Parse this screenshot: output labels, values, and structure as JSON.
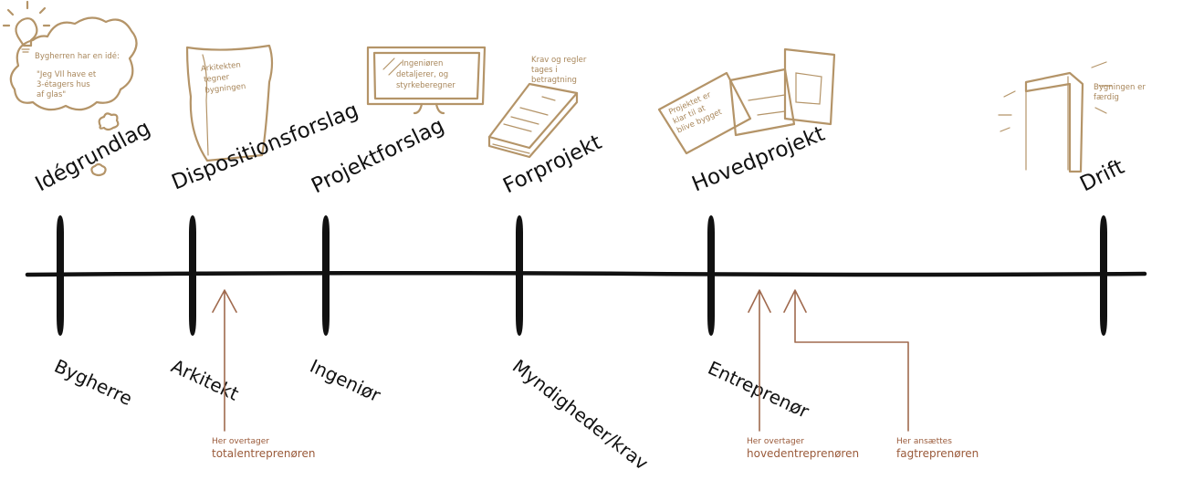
{
  "colors": {
    "ink": "#111111",
    "sketch": "#b49468",
    "annotation": "#9a5a3a"
  },
  "phases": [
    {
      "label": "Idégrundlag"
    },
    {
      "label": "Dispositionsforslag"
    },
    {
      "label": "Projektforslag"
    },
    {
      "label": "Forprojekt"
    },
    {
      "label": "Hovedprojekt"
    },
    {
      "label": "Drift"
    }
  ],
  "actors": [
    {
      "label": "Bygherre"
    },
    {
      "label": "Arkitekt"
    },
    {
      "label": "Ingeniør"
    },
    {
      "label": "Myndigheder/krav"
    },
    {
      "label": "Entreprenør"
    }
  ],
  "notes": {
    "idea_intro": "Bygherren har en idé:",
    "idea_quote": [
      "\"Jeg VIl have et",
      "3-étagers hus",
      "af glas\""
    ],
    "architect": [
      "Arkitekten",
      "tegner",
      "bygningen"
    ],
    "engineer": [
      "Ingeniøren",
      "detaljerer, og",
      "styrkeberegner"
    ],
    "rules": [
      "Krav og regler",
      "tages i",
      "betragtning"
    ],
    "ready": [
      "Projektet er",
      "klar til at",
      "blive bygget"
    ],
    "done": [
      "Bygningen er",
      "færdig"
    ]
  },
  "annotations": [
    {
      "small": "Her overtager",
      "large": "totalentreprenøren"
    },
    {
      "small": "Her overtager",
      "large": "hovedentreprenøren"
    },
    {
      "small": "Her ansættes",
      "large": "fagtreprenøren"
    }
  ],
  "icons": [
    "lightbulb-icon",
    "thought-cloud-icon",
    "paper-scroll-icon",
    "monitor-icon",
    "document-stack-icon",
    "blueprint-sheets-icon",
    "building-icon"
  ]
}
